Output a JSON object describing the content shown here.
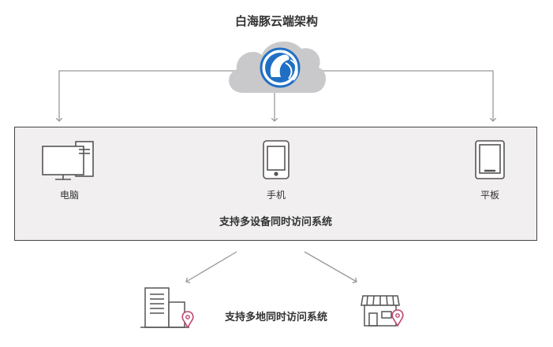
{
  "title": "白海豚云端架构",
  "devices": [
    {
      "label": "电脑",
      "icon": "desktop-computer-icon"
    },
    {
      "label": "手机",
      "icon": "mobile-phone-icon"
    },
    {
      "label": "平板",
      "icon": "tablet-icon"
    }
  ],
  "panel_caption": "支持多设备同时访问系统",
  "location_caption": "支持多地同时访问系统",
  "icons": {
    "cloud": "cloud-icon",
    "logo": "dolphin-logo-icon",
    "office": "office-building-location-icon",
    "store": "storefront-location-icon"
  },
  "colors": {
    "cloud": "#c9c9cc",
    "logo_blue": "#1f6fc4",
    "arrow": "#999999",
    "panel_bg": "#f1eff0",
    "location_pin": "#c0446a",
    "text": "#333333"
  }
}
